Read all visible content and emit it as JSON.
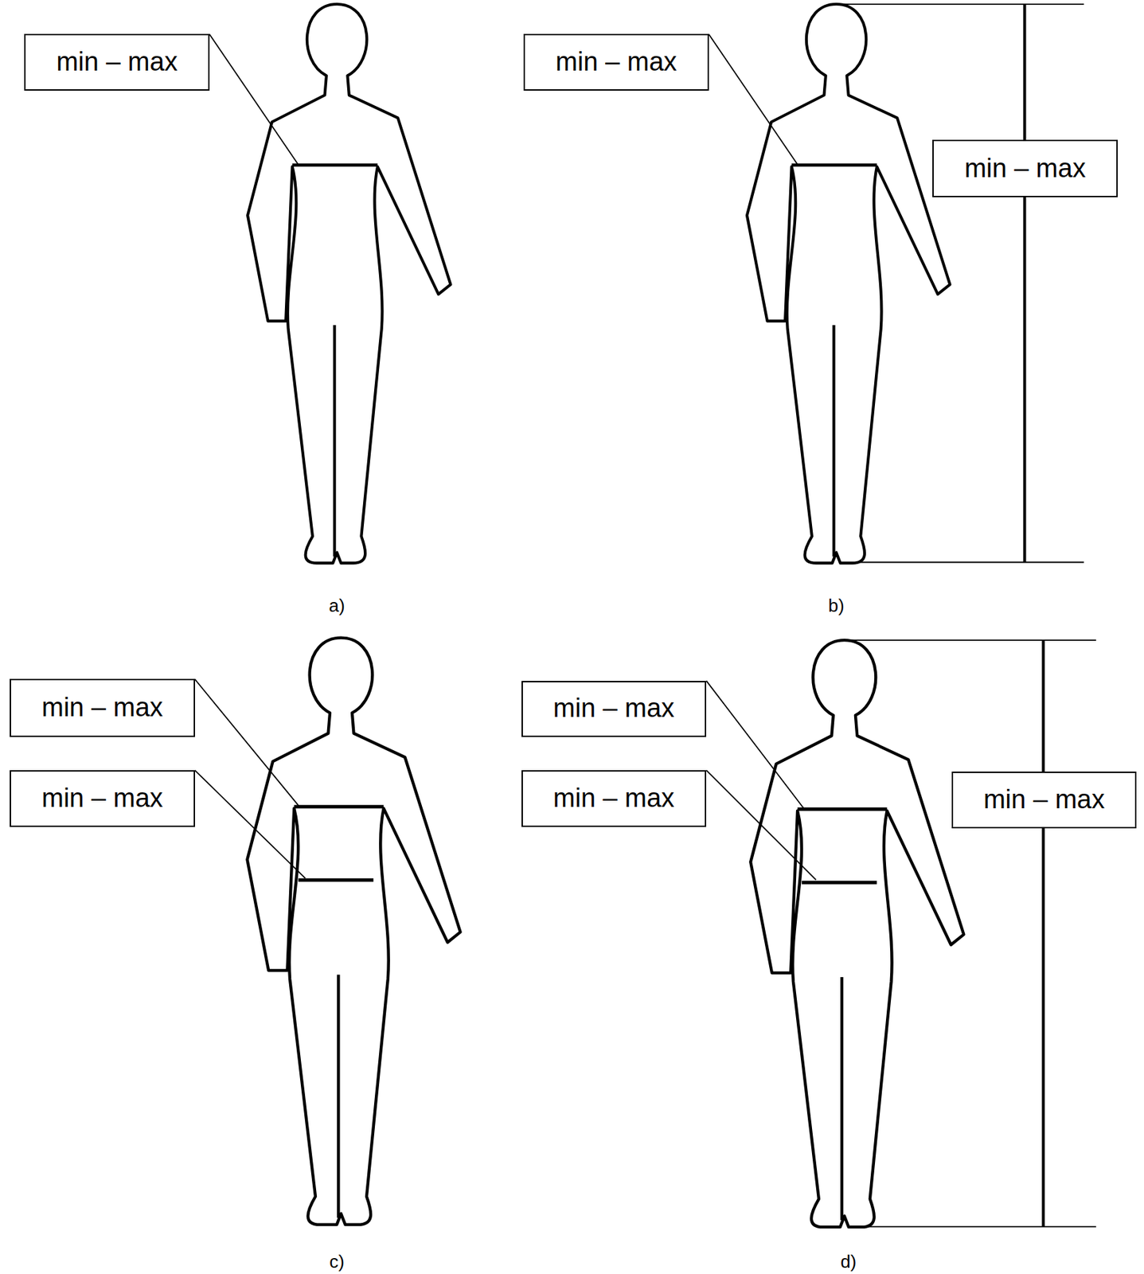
{
  "diagram": {
    "nodes": [
      {
        "text": [
          "min – max"
        ]
      },
      {
        "text": [
          "min – max"
        ]
      },
      {
        "text": [
          "min – max"
        ]
      },
      {
        "text": [
          "min – max"
        ]
      },
      {
        "text": [
          "min – max"
        ]
      },
      {
        "text": [
          "min – max"
        ]
      },
      {
        "text": [
          "min – max"
        ]
      },
      {
        "text": [
          "min – max"
        ]
      }
    ],
    "labels": [
      "a)",
      "b)",
      "c)",
      "d)"
    ]
  }
}
